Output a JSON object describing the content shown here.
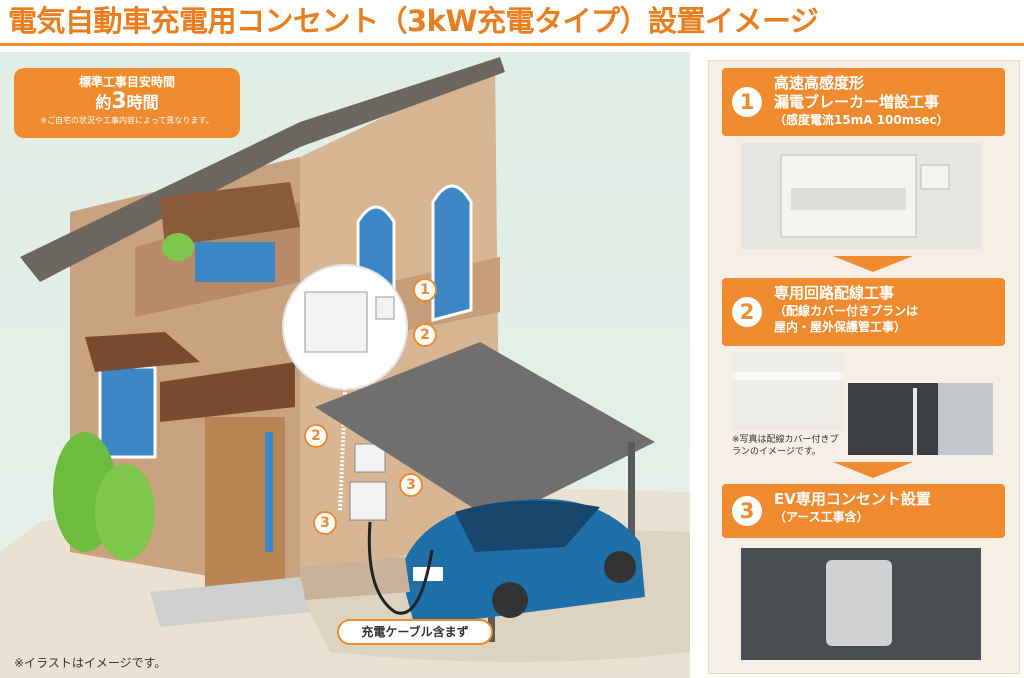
{
  "title": "電気自動車充電用コンセント（3kW充電タイプ）設置イメージ",
  "time_box": {
    "line1": "標準工事目安時間",
    "prefix": "約",
    "number": "3",
    "suffix": "時間",
    "note": "※ご自宅の状況や工事内容によって異なります。"
  },
  "callouts": {
    "c1": "1",
    "c2a": "2",
    "c2b": "2",
    "c3a": "3",
    "c3b": "3"
  },
  "cable_label": "充電ケーブル含まず",
  "illustration_note": "※イラストはイメージです。",
  "steps": [
    {
      "number": "1",
      "title_line1": "高速高感度形",
      "title_line2": "漏電ブレーカー増設工事",
      "subtitle": "（感度電流15mA 100msec）"
    },
    {
      "number": "2",
      "title_line1": "専用回路配線工事",
      "subtitle_line1": "（配線カバー付きプランは",
      "subtitle_line2": "屋内・屋外保護管工事）"
    },
    {
      "number": "3",
      "title_line1": "EV専用コンセント設置",
      "subtitle": "（アース工事含）"
    }
  ],
  "photo_note": "※写真は配線カバー付きプランのイメージです。",
  "colors": {
    "accent": "#ef8a2e",
    "title": "#ea7d1e",
    "panel_bg": "#f5efe5",
    "car": "#1f6fa8"
  }
}
